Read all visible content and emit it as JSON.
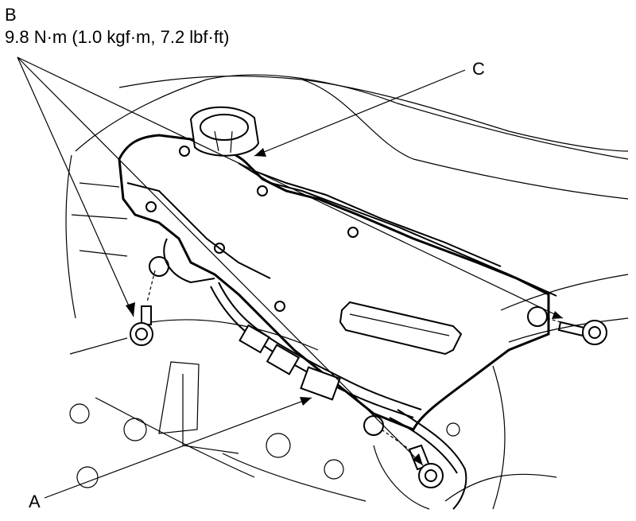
{
  "labels": {
    "a": "A",
    "b": "B",
    "c": "C",
    "torque": "9.8 N·m (1.0 kgf·m, 7.2 lbf·ft)"
  },
  "colors": {
    "line": "#000000",
    "background": "#ffffff"
  }
}
